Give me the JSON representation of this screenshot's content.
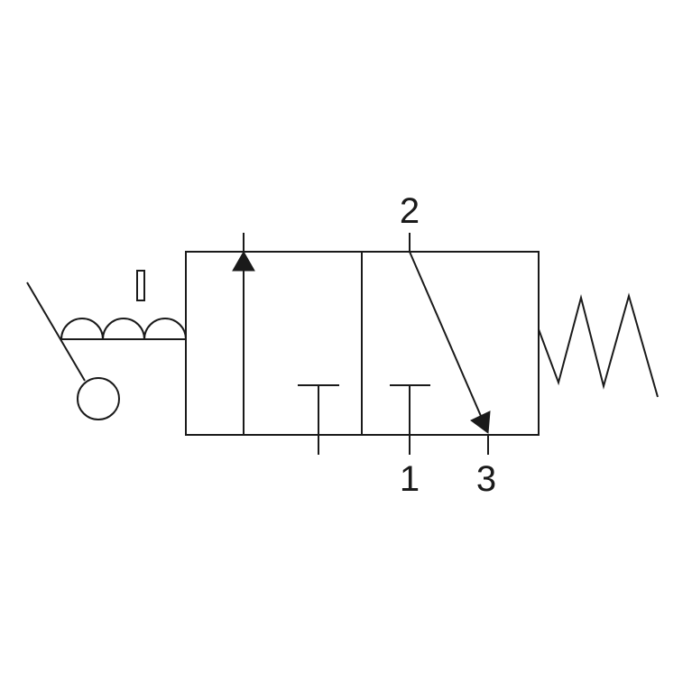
{
  "ports": {
    "port_2": "2",
    "port_1": "1",
    "port_3": "3"
  }
}
